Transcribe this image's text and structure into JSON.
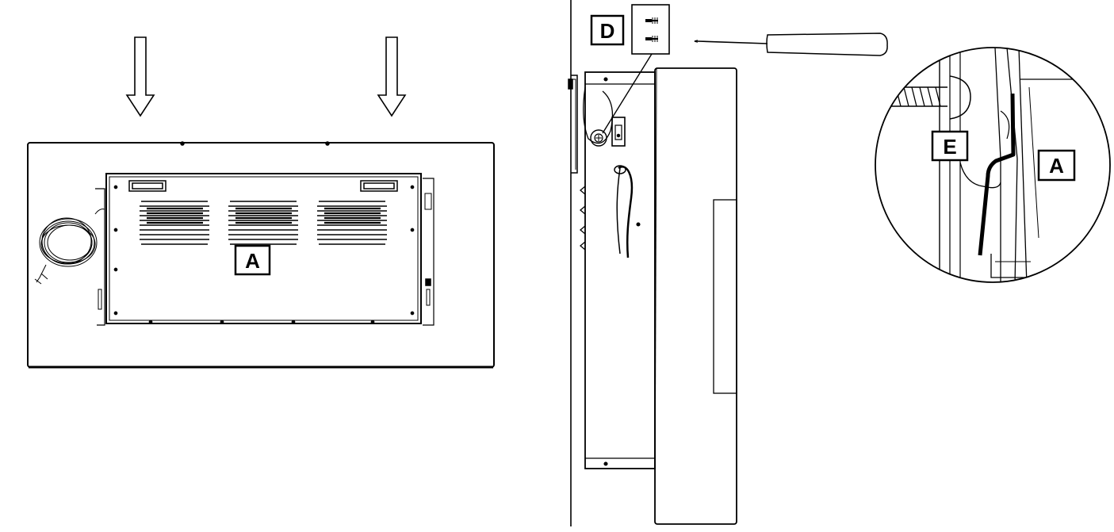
{
  "callouts": {
    "unit_back": "A",
    "screws": "D",
    "bracket": "E",
    "unit_detail": "A"
  },
  "icons": [
    "down-arrow-icon",
    "screw-icon",
    "screwdriver-icon",
    "power-switch-icon",
    "power-cord-icon"
  ],
  "colors": {
    "line": "#000000",
    "fill": "#ffffff"
  }
}
